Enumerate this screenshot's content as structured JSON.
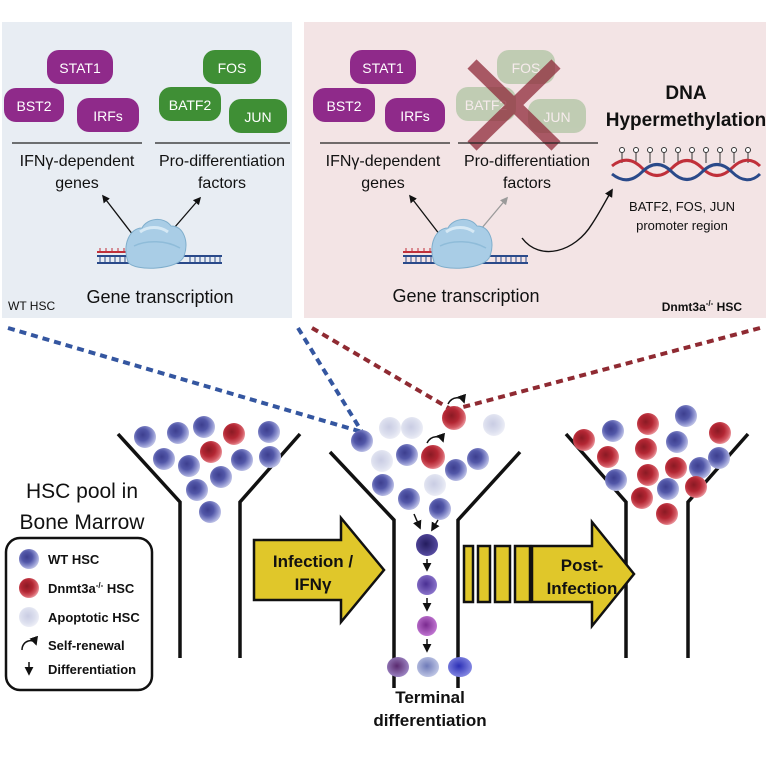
{
  "colors": {
    "wt_panel_bg": "#e8edf3",
    "ko_panel_bg": "#f3e4e5",
    "ifn_gene_purple": "#8f2a8a",
    "prodiff_green": "#3f8f35",
    "wt_cell": "#5257a8",
    "ko_cell": "#b32633",
    "apoptotic_cell": "#dcdfee",
    "arrow_yellow": "#e0c72a",
    "blue_dash": "#3456a0",
    "red_dash": "#8f2a32"
  },
  "wt_panel": {
    "ifn_genes": [
      "STAT1",
      "BST2",
      "IRFs"
    ],
    "prodiff_genes": [
      "FOS",
      "BATF2",
      "JUN"
    ],
    "ifn_group_label": [
      "IFNγ-dependent",
      "genes"
    ],
    "prodiff_group_label": [
      "Pro-differentiation",
      "factors"
    ],
    "transcription_label": "Gene transcription",
    "corner_label": "WT HSC"
  },
  "ko_panel": {
    "ifn_genes": [
      "STAT1",
      "BST2",
      "IRFs"
    ],
    "prodiff_genes": [
      "FOS",
      "BATF2",
      "JUN"
    ],
    "ifn_group_label": [
      "IFNγ-dependent",
      "genes"
    ],
    "prodiff_group_label": [
      "Pro-differentiation",
      "factors"
    ],
    "transcription_label": "Gene transcription",
    "methylation_title": [
      "DNA",
      "Hypermethylation"
    ],
    "promoter_label": [
      "BATF2, FOS, JUN",
      "promoter region"
    ],
    "corner_label_main": "Dnmt3a",
    "corner_label_sup": "-/-",
    "corner_label_end": " HSC"
  },
  "bottom": {
    "pool_label": [
      "HSC pool in",
      "Bone Marrow"
    ],
    "infection_arrow": [
      "Infection /",
      "IFNγ"
    ],
    "post_arrow": [
      "Post-",
      "Infection"
    ],
    "terminal_label": [
      "Terminal",
      "differentiation"
    ]
  },
  "legend": {
    "wt": "WT HSC",
    "ko_main": "Dnmt3a",
    "ko_sup": "-/-",
    "ko_end": " HSC",
    "apoptotic": "Apoptotic HSC",
    "self_renewal": "Self-renewal",
    "differentiation": "Differentiation"
  }
}
